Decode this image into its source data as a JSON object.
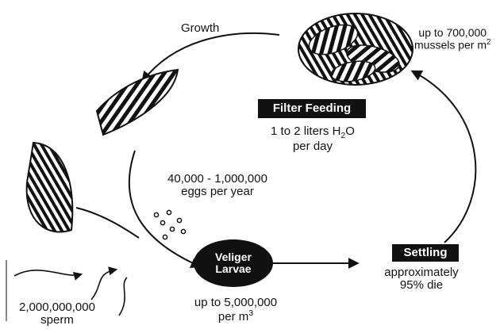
{
  "growth_label": "Growth",
  "adult_density": {
    "line1": "up to 700,000",
    "line2_prefix": "mussels per m",
    "line2_sup": "2"
  },
  "filter_feeding": {
    "title": "Filter Feeding",
    "line1_prefix": "1 to 2 liters H",
    "line1_sub": "2",
    "line1_suffix": "O",
    "line2": "per day"
  },
  "eggs": {
    "line1": "40,000 - 1,000,000",
    "line2": "eggs per year"
  },
  "veliger": {
    "line1": "Veliger",
    "line2": "Larvae"
  },
  "veliger_density": {
    "line1": "up to 5,000,000",
    "line2_prefix": "per m",
    "line2_sup": "3"
  },
  "settling": {
    "title": "Settling",
    "line1": "approximately",
    "line2": "95% die"
  },
  "sperm": {
    "line1": "2,000,000,000",
    "line2": "sperm"
  }
}
